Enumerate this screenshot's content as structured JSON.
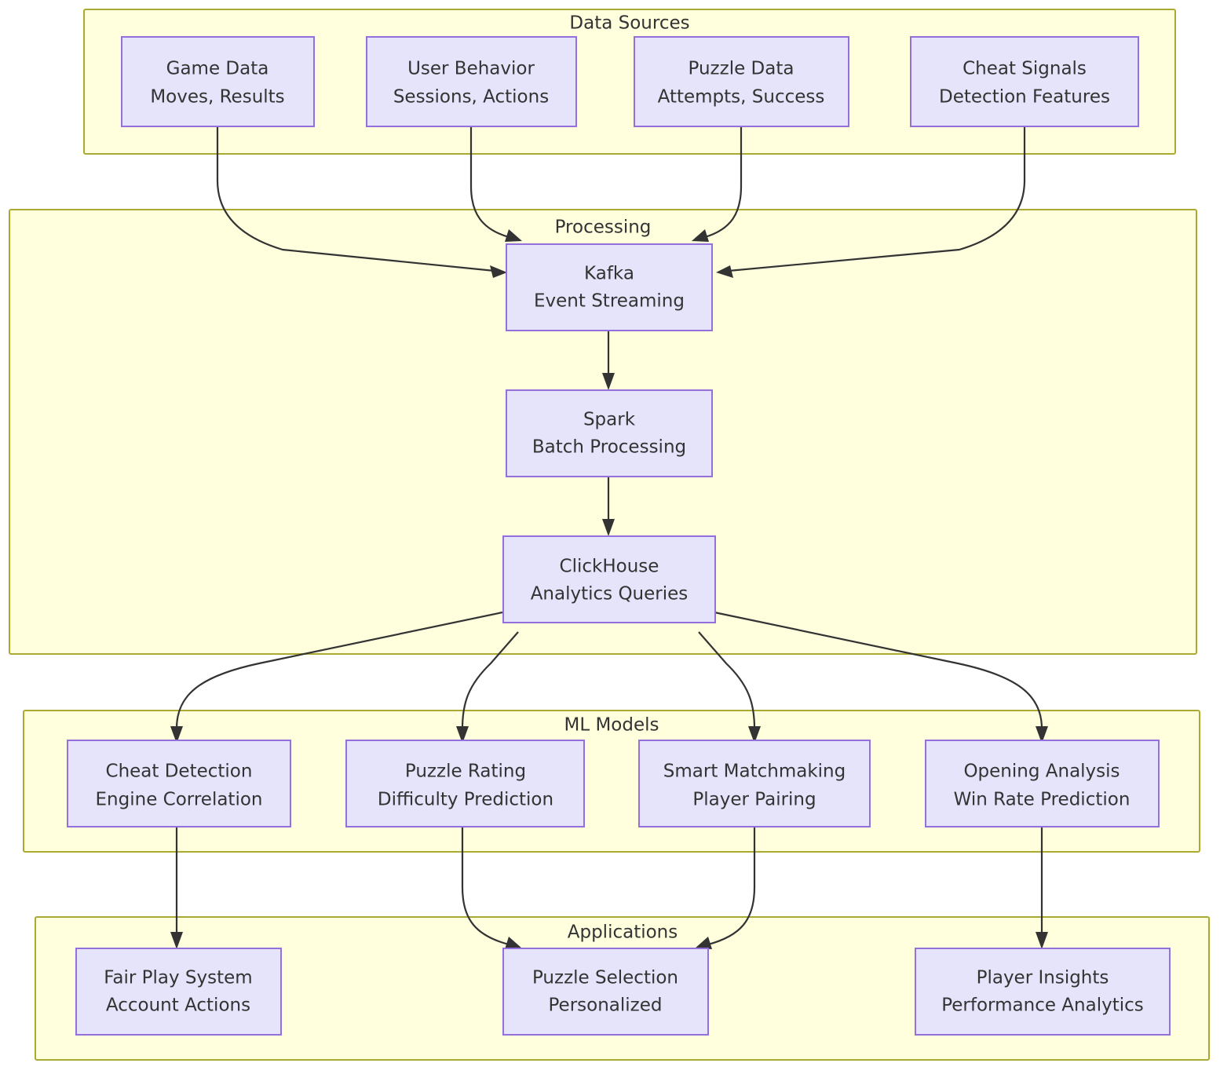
{
  "diagram": {
    "type": "flowchart",
    "direction": "top-to-bottom",
    "colors": {
      "cluster_fill": "#ffffde",
      "cluster_stroke": "#aaaa33",
      "node_fill": "#e6e4fb",
      "node_stroke": "#9370db",
      "edge_stroke": "#333333",
      "text": "#333333",
      "background": "#ffffff"
    },
    "clusters": [
      {
        "id": "data_sources",
        "title": "Data Sources"
      },
      {
        "id": "processing",
        "title": "Processing"
      },
      {
        "id": "ml_models",
        "title": "ML Models"
      },
      {
        "id": "applications",
        "title": "Applications"
      }
    ],
    "nodes": {
      "game_data": {
        "line1": "Game Data",
        "line2": "Moves, Results"
      },
      "user_behavior": {
        "line1": "User Behavior",
        "line2": "Sessions, Actions"
      },
      "puzzle_data": {
        "line1": "Puzzle Data",
        "line2": "Attempts, Success"
      },
      "cheat_signals": {
        "line1": "Cheat Signals",
        "line2": "Detection Features"
      },
      "kafka": {
        "line1": "Kafka",
        "line2": "Event Streaming"
      },
      "spark": {
        "line1": "Spark",
        "line2": "Batch Processing"
      },
      "clickhouse": {
        "line1": "ClickHouse",
        "line2": "Analytics Queries"
      },
      "cheat_detection": {
        "line1": "Cheat Detection",
        "line2": "Engine Correlation"
      },
      "puzzle_rating": {
        "line1": "Puzzle Rating",
        "line2": "Difficulty Prediction"
      },
      "smart_matchmaking": {
        "line1": "Smart Matchmaking",
        "line2": "Player Pairing"
      },
      "opening_analysis": {
        "line1": "Opening Analysis",
        "line2": "Win Rate Prediction"
      },
      "fair_play": {
        "line1": "Fair Play System",
        "line2": "Account Actions"
      },
      "puzzle_selection": {
        "line1": "Puzzle Selection",
        "line2": "Personalized"
      },
      "player_insights": {
        "line1": "Player Insights",
        "line2": "Performance Analytics"
      }
    },
    "edges": [
      {
        "from": "game_data",
        "to": "kafka"
      },
      {
        "from": "user_behavior",
        "to": "kafka"
      },
      {
        "from": "puzzle_data",
        "to": "kafka"
      },
      {
        "from": "cheat_signals",
        "to": "kafka"
      },
      {
        "from": "kafka",
        "to": "spark"
      },
      {
        "from": "spark",
        "to": "clickhouse"
      },
      {
        "from": "clickhouse",
        "to": "cheat_detection"
      },
      {
        "from": "clickhouse",
        "to": "puzzle_rating"
      },
      {
        "from": "clickhouse",
        "to": "smart_matchmaking"
      },
      {
        "from": "clickhouse",
        "to": "opening_analysis"
      },
      {
        "from": "cheat_detection",
        "to": "fair_play"
      },
      {
        "from": "puzzle_rating",
        "to": "puzzle_selection"
      },
      {
        "from": "smart_matchmaking",
        "to": "puzzle_selection"
      },
      {
        "from": "opening_analysis",
        "to": "player_insights"
      }
    ]
  }
}
